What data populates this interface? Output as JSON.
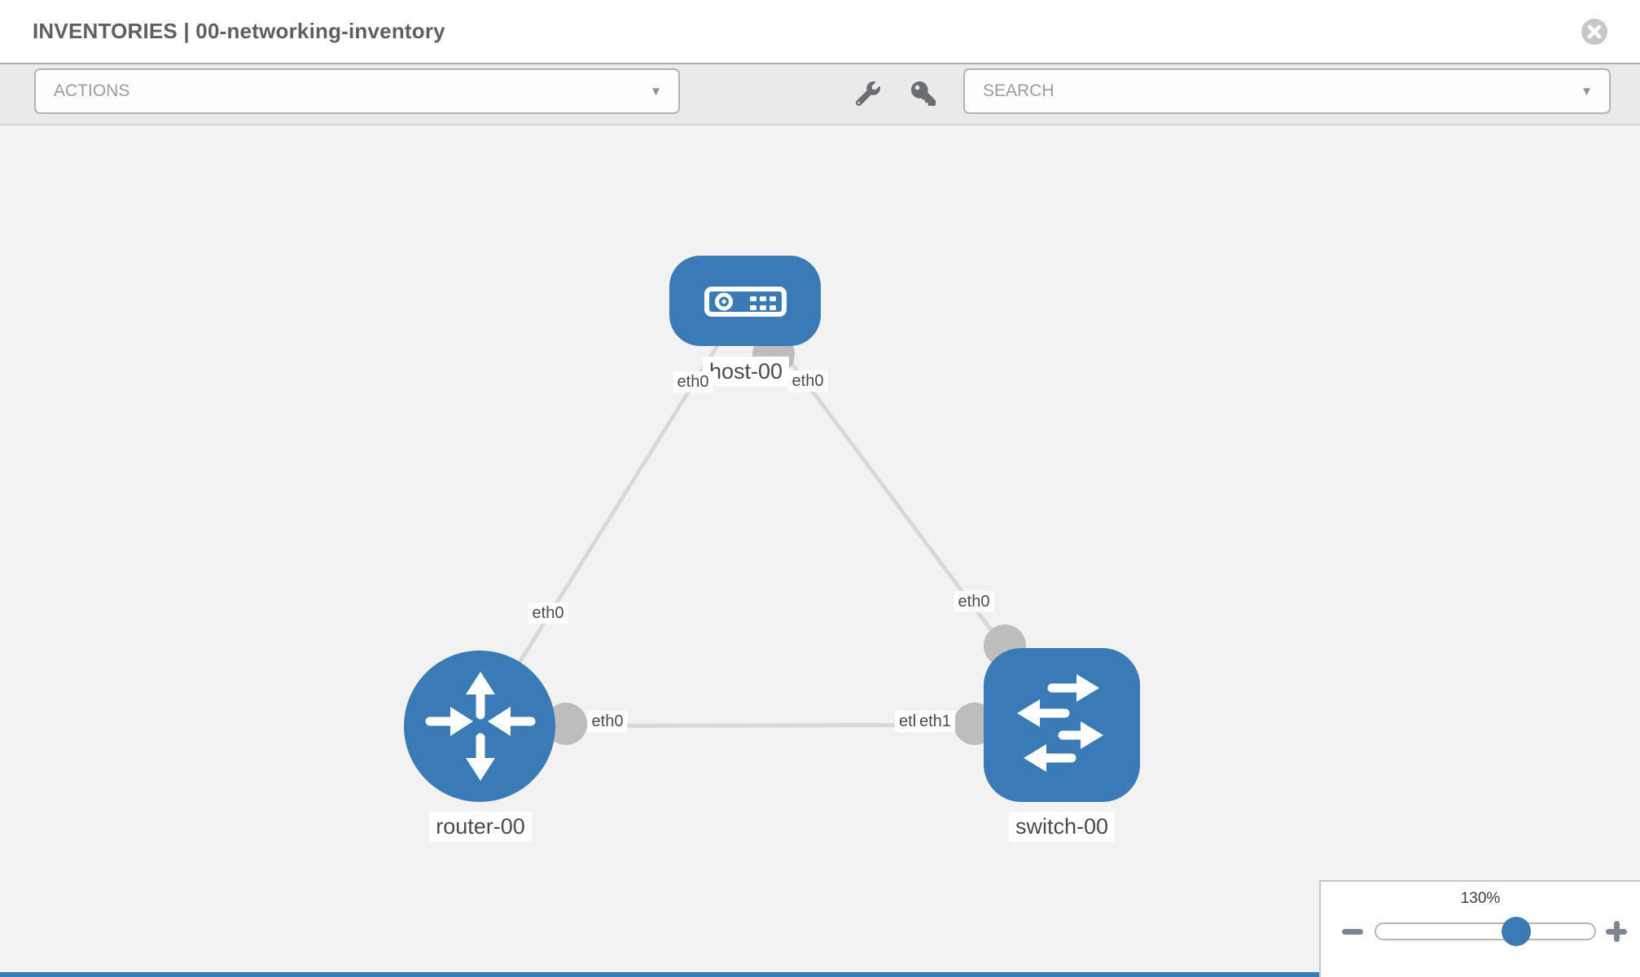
{
  "header": {
    "title": "INVENTORIES | 00-networking-inventory"
  },
  "toolbar": {
    "actions_placeholder": "ACTIONS",
    "search_placeholder": "SEARCH"
  },
  "icons": {
    "caret": "▼"
  },
  "topology": {
    "nodes": [
      {
        "id": "host-00",
        "label": "host-00",
        "type": "host"
      },
      {
        "id": "router-00",
        "label": "router-00",
        "type": "router"
      },
      {
        "id": "switch-00",
        "label": "switch-00",
        "type": "switch"
      }
    ],
    "links": [
      {
        "from": "host-00",
        "to": "router-00",
        "labels": [
          "eth0",
          "eth0"
        ]
      },
      {
        "from": "host-00",
        "to": "switch-00",
        "labels": [
          "eth0",
          "eth0"
        ]
      },
      {
        "from": "router-00",
        "to": "switch-00",
        "labels": [
          "eth0",
          "eth0",
          "eth1"
        ]
      }
    ],
    "interface_labels": {
      "host_to_router_at_host": "eth0",
      "host_to_switch_at_host": "eth0",
      "host_to_router_at_router": "eth0",
      "host_to_switch_at_switch": "eth0",
      "router_to_switch_at_router": "eth0",
      "router_to_switch_at_switch_under": "eth0",
      "router_to_switch_at_switch_over": "eth1"
    }
  },
  "zoom_control": {
    "level": "130%"
  },
  "colors": {
    "node_blue": "#3a7ab5",
    "link_gray": "#d8d8d8",
    "port_gray": "#bdbdbd",
    "canvas_bg": "#f2f2f2",
    "footer_blue": "#3a7ab5"
  }
}
